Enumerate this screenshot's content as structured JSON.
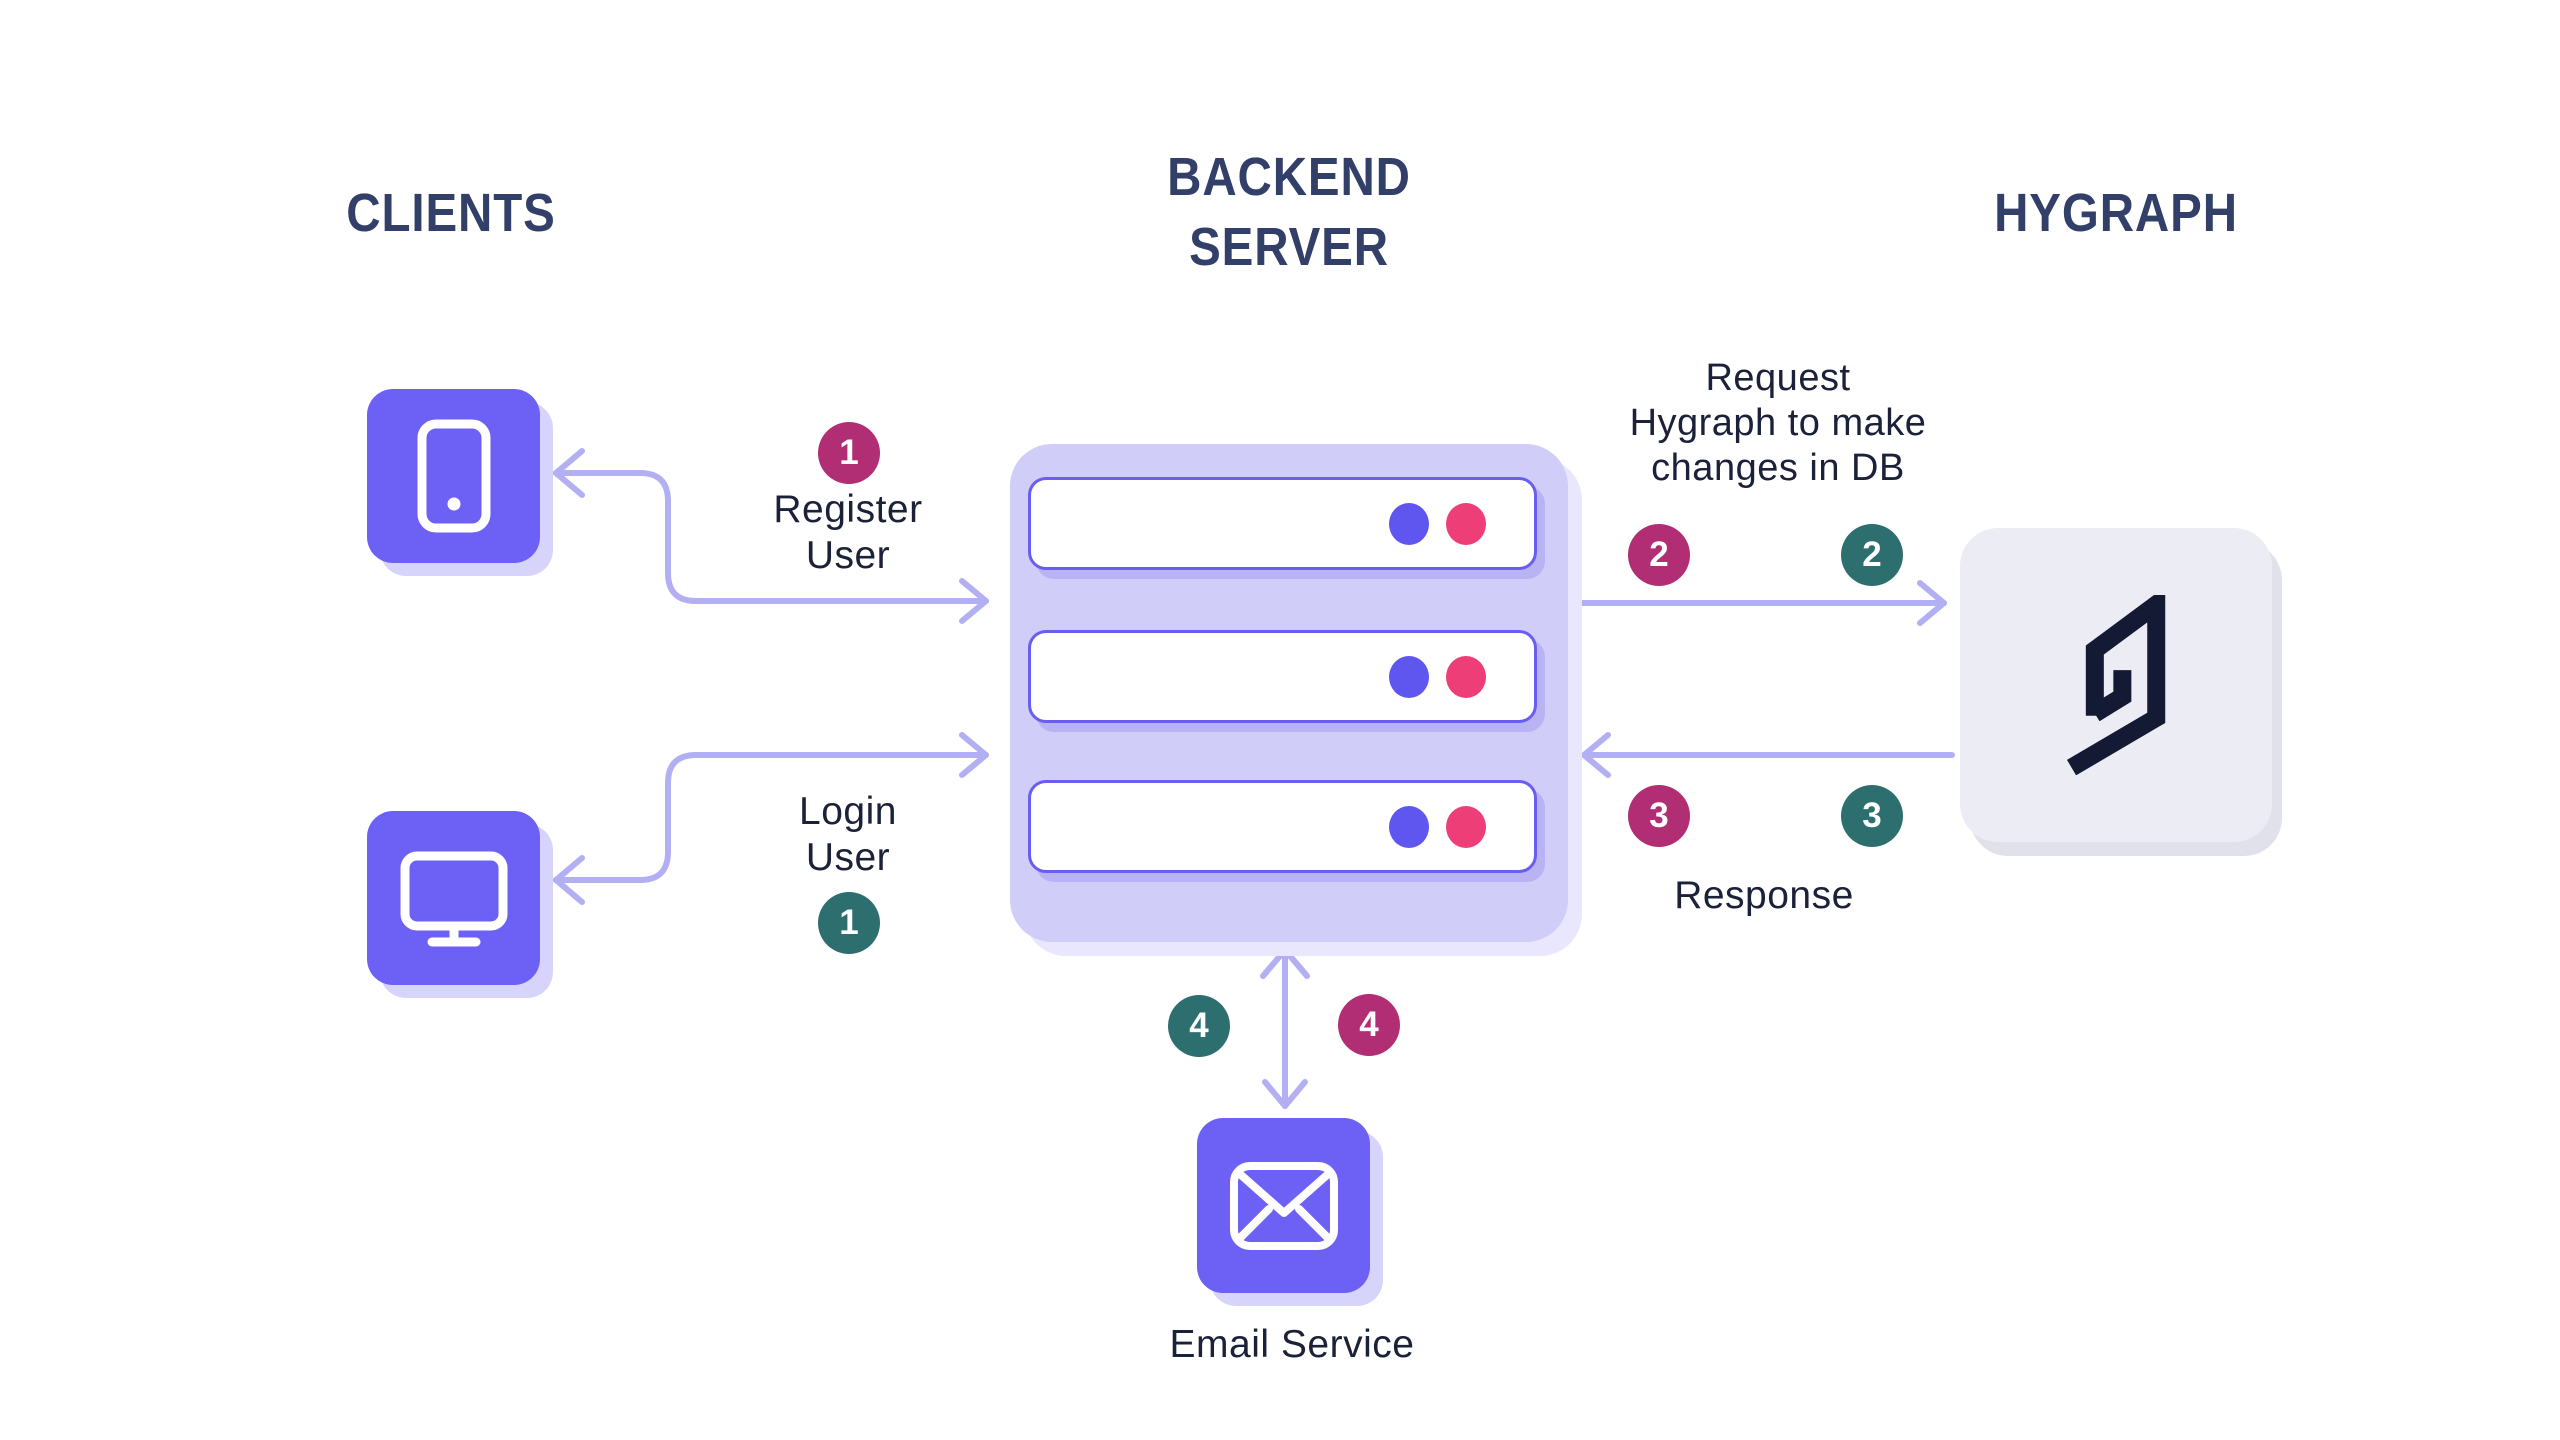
{
  "columns": {
    "clients": {
      "title": "CLIENTS"
    },
    "backend": {
      "title": "BACKEND\nSERVER"
    },
    "hygraph": {
      "title": "HYGRAPH"
    }
  },
  "nodes": {
    "mobile_client": {
      "icon": "mobile-phone-icon"
    },
    "desktop_client": {
      "icon": "desktop-monitor-icon"
    },
    "backend_server": {
      "rows": 3
    },
    "hygraph": {
      "icon": "hygraph-logo"
    },
    "email_service": {
      "label": "Email Service",
      "icon": "envelope-icon"
    }
  },
  "flows": {
    "register": {
      "label": "Register\nUser",
      "badges": [
        {
          "number": "1",
          "color": "#b12e74"
        }
      ]
    },
    "login": {
      "label": "Login\nUser",
      "badges": [
        {
          "number": "1",
          "color": "#2d6e6e"
        }
      ]
    },
    "request": {
      "label": "Request\nHygraph to make\nchanges in DB",
      "badges": [
        {
          "number": "2",
          "color": "#b12e74"
        },
        {
          "number": "2",
          "color": "#2d6e6e"
        }
      ]
    },
    "response": {
      "label": "Response",
      "badges": [
        {
          "number": "3",
          "color": "#b12e74"
        },
        {
          "number": "3",
          "color": "#2d6e6e"
        }
      ]
    },
    "email": {
      "badges": [
        {
          "number": "4",
          "color": "#2d6e6e"
        },
        {
          "number": "4",
          "color": "#b12e74"
        }
      ]
    }
  },
  "colors": {
    "background": "#ffffff",
    "accent_purple": "#6c61f4",
    "lavender_panel": "#d0cdf9",
    "row_border": "#6a5ef2",
    "arrow": "#b3aff3",
    "badge_magenta": "#b12e74",
    "badge_teal": "#2d6e6e",
    "dot_blue": "#5e56ef",
    "dot_pink": "#ee3e78",
    "title_navy": "#324069",
    "label_navy": "#1a2138",
    "hygraph_panel": "#ececf4",
    "hygraph_logo": "#141a33"
  }
}
